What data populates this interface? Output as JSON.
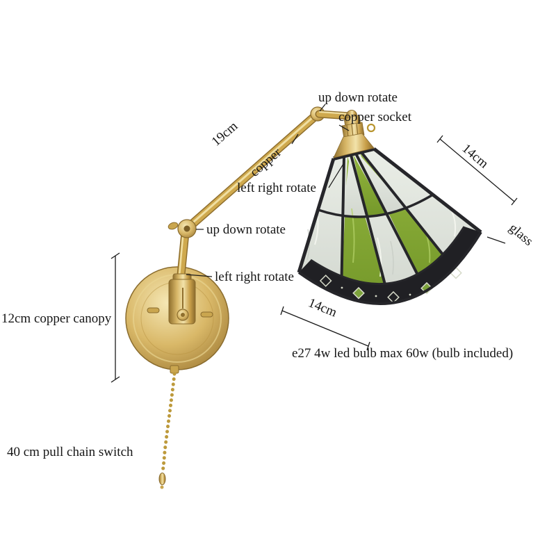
{
  "figure": "brass-swing-arm-wall-lamp-diagram",
  "callouts": {
    "up_down_rotate_top": "up down rotate",
    "copper_socket": "copper socket",
    "arm_length": "19cm",
    "arm_material": "copper",
    "left_right_rotate_socket": "left right rotate",
    "shade_top_width": "14cm",
    "shade_material": "glass",
    "up_down_rotate_elbow": "up down rotate",
    "left_right_rotate_canopy": "left right rotate",
    "canopy_size": "12cm copper canopy",
    "shade_bottom_width": "14cm",
    "bulb_info": "e27 4w led bulb max 60w  (bulb included)",
    "pull_chain_info": "40 cm pull chain switch"
  },
  "colors": {
    "brass": "#cfa94e",
    "brass_dark": "#8f6f2e",
    "brass_light": "#f2e2aa",
    "glass_green": "#84a734",
    "glass_clear": "#e1e5de",
    "leading_black": "#26262a",
    "text": "#161616",
    "background": "#ffffff"
  }
}
